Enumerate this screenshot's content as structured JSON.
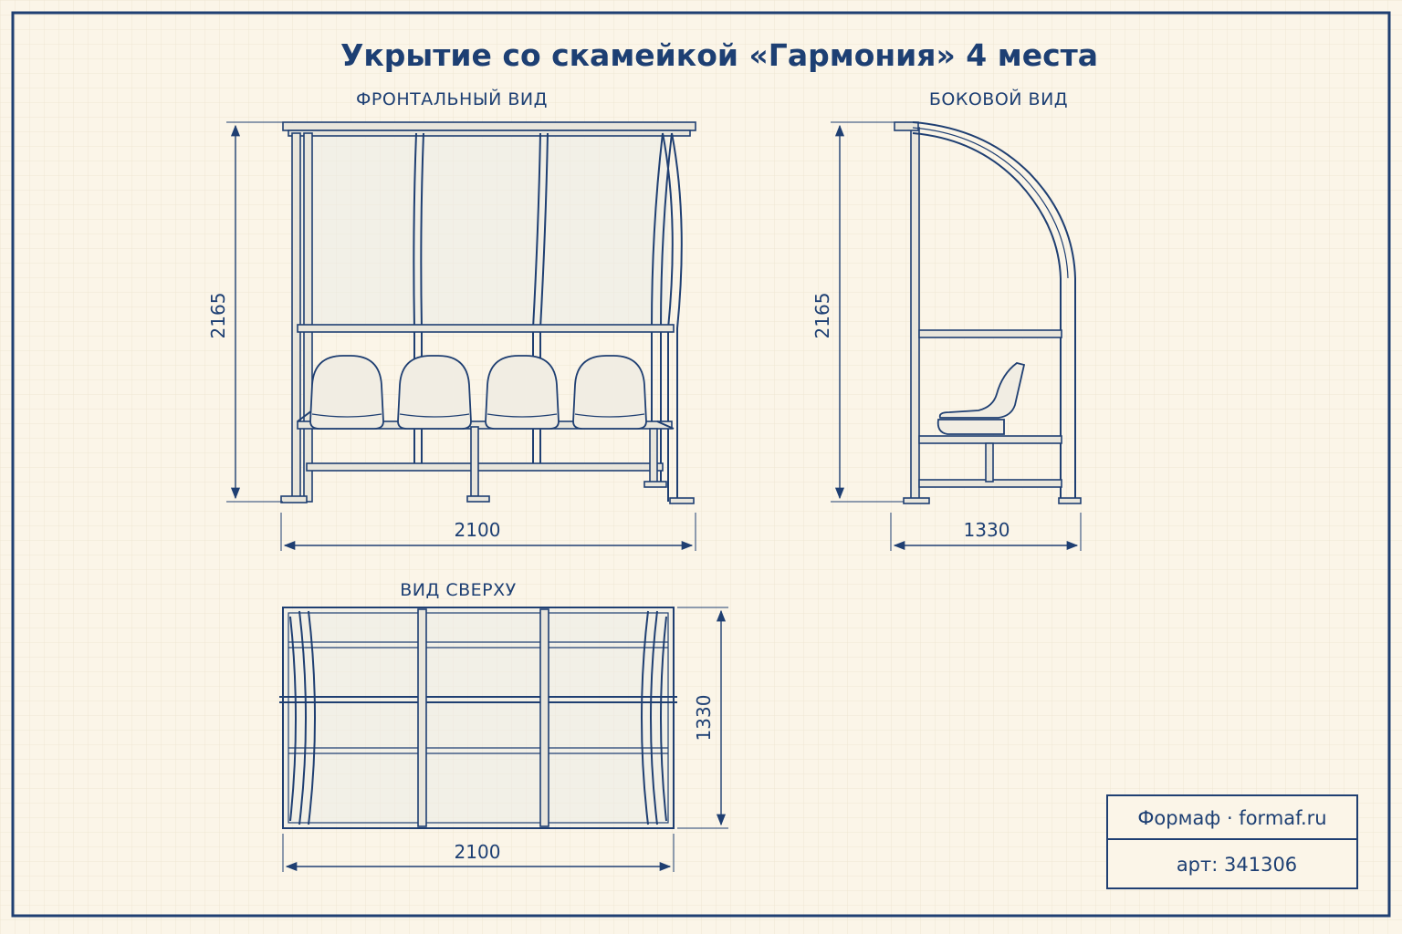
{
  "title": "Укрытие со скамейкой «Гармония» 4 места",
  "views": {
    "front": {
      "label": "ФРОНТАЛЬНЫЙ ВИД",
      "height": "2165",
      "width": "2100",
      "seats": 4
    },
    "side": {
      "label": "БОКОВОЙ ВИД",
      "height": "2165",
      "depth": "1330"
    },
    "top": {
      "label": "ВИД СВЕРХУ",
      "depth": "1330",
      "width": "2100"
    }
  },
  "stamp": {
    "brand": "Формаф · formaf.ru",
    "article": "арт: 341306"
  },
  "colors": {
    "line": "#1f3f72",
    "paper": "#fbf5e8",
    "grid": "#ece3d0",
    "text": "#1d3f73"
  }
}
